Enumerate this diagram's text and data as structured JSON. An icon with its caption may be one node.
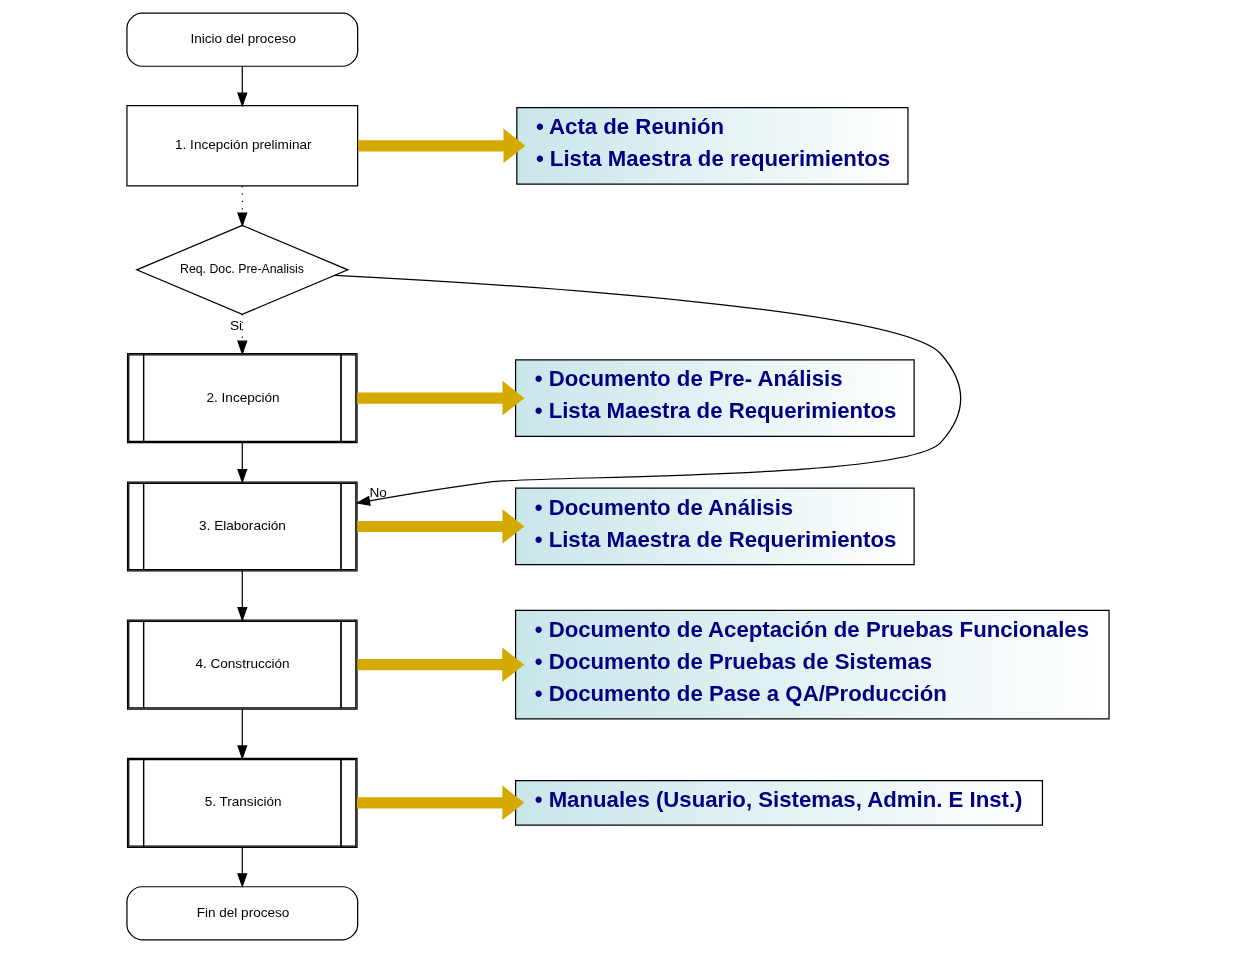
{
  "diagram": {
    "nodes": [
      {
        "text": [
          "Inicio del proceso"
        ]
      },
      {
        "text": [
          "1. Incepción preliminar"
        ]
      },
      {
        "text": [
          "Req. Doc. Pre-Analisis"
        ]
      },
      {
        "text": [
          "2. Incepción"
        ]
      },
      {
        "text": [
          "3. Elaboración"
        ]
      },
      {
        "text": [
          "4. Construcción"
        ]
      },
      {
        "text": [
          "5. Transición"
        ]
      },
      {
        "text": [
          "Fin del proceso"
        ]
      },
      {
        "text": [
          "• Acta de Reunión",
          "• Lista Maestra de requerimientos"
        ]
      },
      {
        "text": [
          "• Documento de Pre- Análisis",
          "• Lista Maestra de Requerimientos"
        ]
      },
      {
        "text": [
          "• Documento de Análisis",
          "• Lista Maestra de Requerimientos"
        ]
      },
      {
        "text": [
          "• Documento de Aceptación de Pruebas Funcionales",
          "• Documento de Pruebas de Sistemas",
          "• Documento de Pase a QA/Producción"
        ]
      },
      {
        "text": [
          "• Manuales (Usuario, Sistemas, Admin. E Inst.)"
        ]
      }
    ],
    "edges": [
      {
        "from": 0,
        "to": 1,
        "arrow": "to"
      },
      {
        "from": 1,
        "to": 2,
        "arrow": "to",
        "style": "dashed"
      },
      {
        "from": 2,
        "to": 3,
        "arrow": "to",
        "label": "Si",
        "style": "dashed"
      },
      {
        "from": 2,
        "to": 4,
        "arrow": "to",
        "label": "No"
      },
      {
        "from": 3,
        "to": 4,
        "arrow": "to"
      },
      {
        "from": 4,
        "to": 5,
        "arrow": "to"
      },
      {
        "from": 5,
        "to": 6,
        "arrow": "to"
      },
      {
        "from": 6,
        "to": 7,
        "arrow": "to"
      },
      {
        "from": 1,
        "to": 8,
        "arrow": "to",
        "style": "thick",
        "color": "#d4aa00"
      },
      {
        "from": 3,
        "to": 9,
        "arrow": "to",
        "style": "thick",
        "color": "#d4aa00"
      },
      {
        "from": 4,
        "to": 10,
        "arrow": "to",
        "style": "thick",
        "color": "#d4aa00"
      },
      {
        "from": 5,
        "to": 11,
        "arrow": "to",
        "style": "thick",
        "color": "#d4aa00"
      },
      {
        "from": 6,
        "to": 12,
        "arrow": "to",
        "style": "thick",
        "color": "#d4aa00"
      }
    ]
  }
}
